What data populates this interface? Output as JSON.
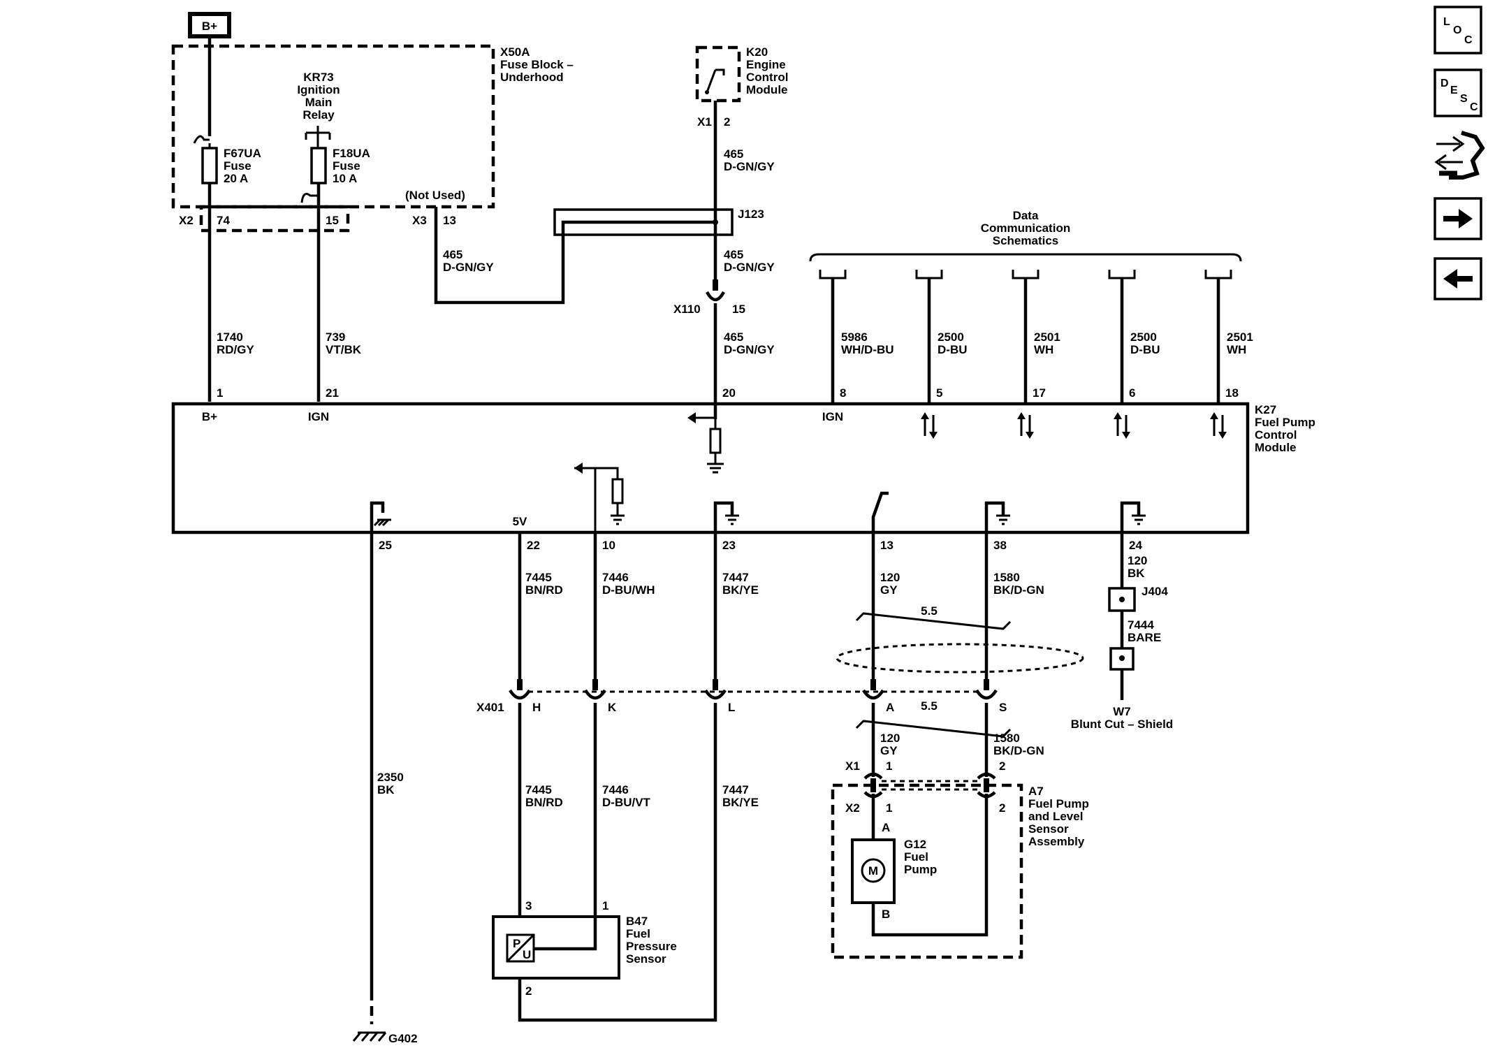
{
  "top": {
    "bplus": "B+",
    "fuse_block": [
      "X50A",
      "Fuse Block –",
      "Underhood"
    ],
    "relay": [
      "KR73",
      "Ignition",
      "Main",
      "Relay"
    ],
    "fuse1": [
      "F67UA",
      "Fuse",
      "20 A"
    ],
    "fuse2": [
      "F18UA",
      "Fuse",
      "10 A"
    ],
    "not_used": "(Not Used)",
    "x2": "X2",
    "x2_pin": "74",
    "x2_pin15": "15",
    "x3": "X3",
    "x3_pin": "13",
    "ecm": [
      "K20",
      "Engine",
      "Control",
      "Module"
    ],
    "ecm_conn": "X1",
    "ecm_pin": "2",
    "w465a": [
      "465",
      "D-GN/GY"
    ],
    "w465b": [
      "465",
      "D-GN/GY"
    ],
    "w465c": [
      "465",
      "D-GN/GY"
    ],
    "w465d": [
      "465",
      "D-GN/GY"
    ],
    "j123": "J123",
    "x110": "X110",
    "x110_pin": "15",
    "w1740": [
      "1740",
      "RD/GY"
    ],
    "w739": [
      "739",
      "VT/BK"
    ]
  },
  "data_comm": {
    "header": [
      "Data",
      "Communication",
      "Schematics"
    ],
    "wires": [
      [
        "5986",
        "WH/D-BU"
      ],
      [
        "2500",
        "D-BU"
      ],
      [
        "2501",
        "WH"
      ],
      [
        "2500",
        "D-BU"
      ],
      [
        "2501",
        "WH"
      ]
    ]
  },
  "k27": {
    "name": [
      "K27",
      "Fuel Pump",
      "Control",
      "Module"
    ],
    "top_pins": [
      "1",
      "21",
      "20",
      "8",
      "5",
      "17",
      "6",
      "18"
    ],
    "top_labels": [
      "B+",
      "IGN",
      "IGN"
    ],
    "bottom_pins": [
      "25",
      "22",
      "10",
      "23",
      "13",
      "38",
      "24"
    ],
    "five_v": "5V"
  },
  "lower": {
    "w7445a": [
      "7445",
      "BN/RD"
    ],
    "w7446a": [
      "7446",
      "D-BU/WH"
    ],
    "w7447a": [
      "7447",
      "BK/YE"
    ],
    "w120a": [
      "120",
      "GY"
    ],
    "w1580a": [
      "1580",
      "BK/D-GN"
    ],
    "w120bk": [
      "120",
      "BK"
    ],
    "j404": "J404",
    "w7444": [
      "7444",
      "BARE"
    ],
    "twist1": "5.5",
    "twist2": "5.5",
    "x401": "X401",
    "x401_pins": [
      "H",
      "K",
      "L",
      "A",
      "S"
    ],
    "w7_shield": [
      "W7",
      "Blunt Cut – Shield"
    ],
    "w2350": [
      "2350",
      "BK"
    ],
    "w7445b": [
      "7445",
      "BN/RD"
    ],
    "w7446b": [
      "7446",
      "D-BU/VT"
    ],
    "w7447b": [
      "7447",
      "BK/YE"
    ],
    "w120b": [
      "120",
      "GY"
    ],
    "w1580b": [
      "1580",
      "BK/D-GN"
    ],
    "x1": "X1",
    "x1_p1": "1",
    "x1_p2": "2",
    "x2": "X2",
    "x2_p1": "1",
    "x2_p2": "2",
    "a7": [
      "A7",
      "Fuel Pump",
      "and Level",
      "Sensor",
      "Assembly"
    ],
    "g12": [
      "G12",
      "Fuel",
      "Pump"
    ],
    "motor": "M",
    "pin_a": "A",
    "pin_b": "B",
    "b47": [
      "B47",
      "Fuel",
      "Pressure",
      "Sensor"
    ],
    "b47_pins": [
      "3",
      "1",
      "2"
    ],
    "sensor_p": "P",
    "sensor_u": "U",
    "g402": "G402"
  },
  "nav": {
    "loc": [
      "L",
      "O",
      "C"
    ],
    "desc": [
      "D",
      "E",
      "S",
      "C"
    ]
  }
}
